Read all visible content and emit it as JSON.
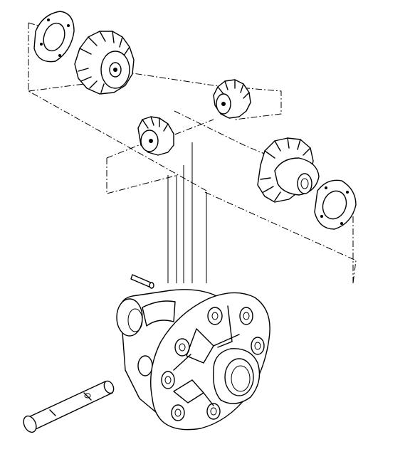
{
  "diagram": {
    "type": "exploded-parts-view",
    "parts": [
      "thrust-washer-left",
      "side-gear-left",
      "pinion-gear-upper",
      "pinion-gear-lower",
      "side-gear-right",
      "thrust-washer-right",
      "lock-pin",
      "pinion-shaft",
      "differential-case"
    ],
    "colors": {
      "ink": "#000000",
      "paper": "#ffffff"
    }
  }
}
